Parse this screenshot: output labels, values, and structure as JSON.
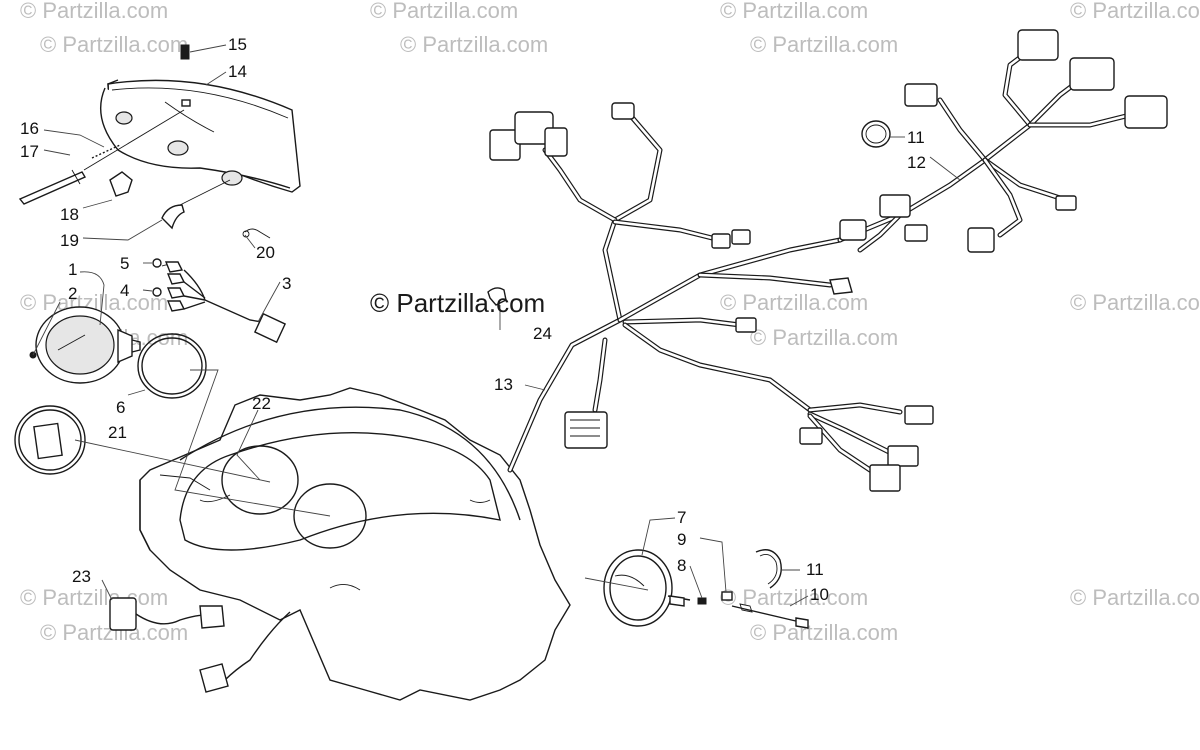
{
  "watermarks": {
    "text": "© Partzilla.com",
    "center_text": "© Partzilla.com"
  },
  "callouts": {
    "c1": "1",
    "c2": "2",
    "c3": "3",
    "c4": "4",
    "c5": "5",
    "c6": "6",
    "c7": "7",
    "c8": "8",
    "c9": "9",
    "c10": "10",
    "c11a": "11",
    "c11b": "11",
    "c12": "12",
    "c13": "13",
    "c14": "14",
    "c15": "15",
    "c16": "16",
    "c17": "17",
    "c18": "18",
    "c19": "19",
    "c20": "20",
    "c21": "21",
    "c22": "22",
    "c23": "23",
    "c24": "24"
  }
}
